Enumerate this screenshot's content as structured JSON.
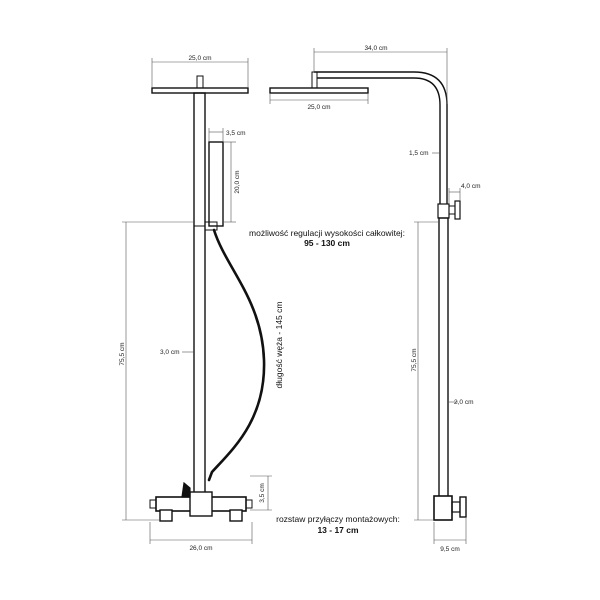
{
  "dimensions": {
    "left_head_width": "25,0 cm",
    "left_handshower_width": "3,5 cm",
    "left_handshower_height": "20,0 cm",
    "left_total_height": "75,5 cm",
    "left_pipe_diameter": "3,0 cm",
    "left_valve_height": "3,5 cm",
    "left_base_width": "26,0 cm",
    "right_arm_reach": "34,0 cm",
    "right_head_width": "25,0 cm",
    "right_head_thickness": "1,5 cm",
    "right_knob_depth": "4,0 cm",
    "right_total_height": "75,5 cm",
    "right_pipe_diameter": "2,0 cm",
    "right_base_depth": "9,5 cm"
  },
  "notes": {
    "height_adjust_label": "możliwość regulacji wysokości całkowitej:",
    "height_adjust_value": "95 - 130 cm",
    "hose_length": "długość węża - 145 cm",
    "connector_spacing_label": "rozstaw przyłączy montażowych:",
    "connector_spacing_value": "13 - 17 cm"
  }
}
